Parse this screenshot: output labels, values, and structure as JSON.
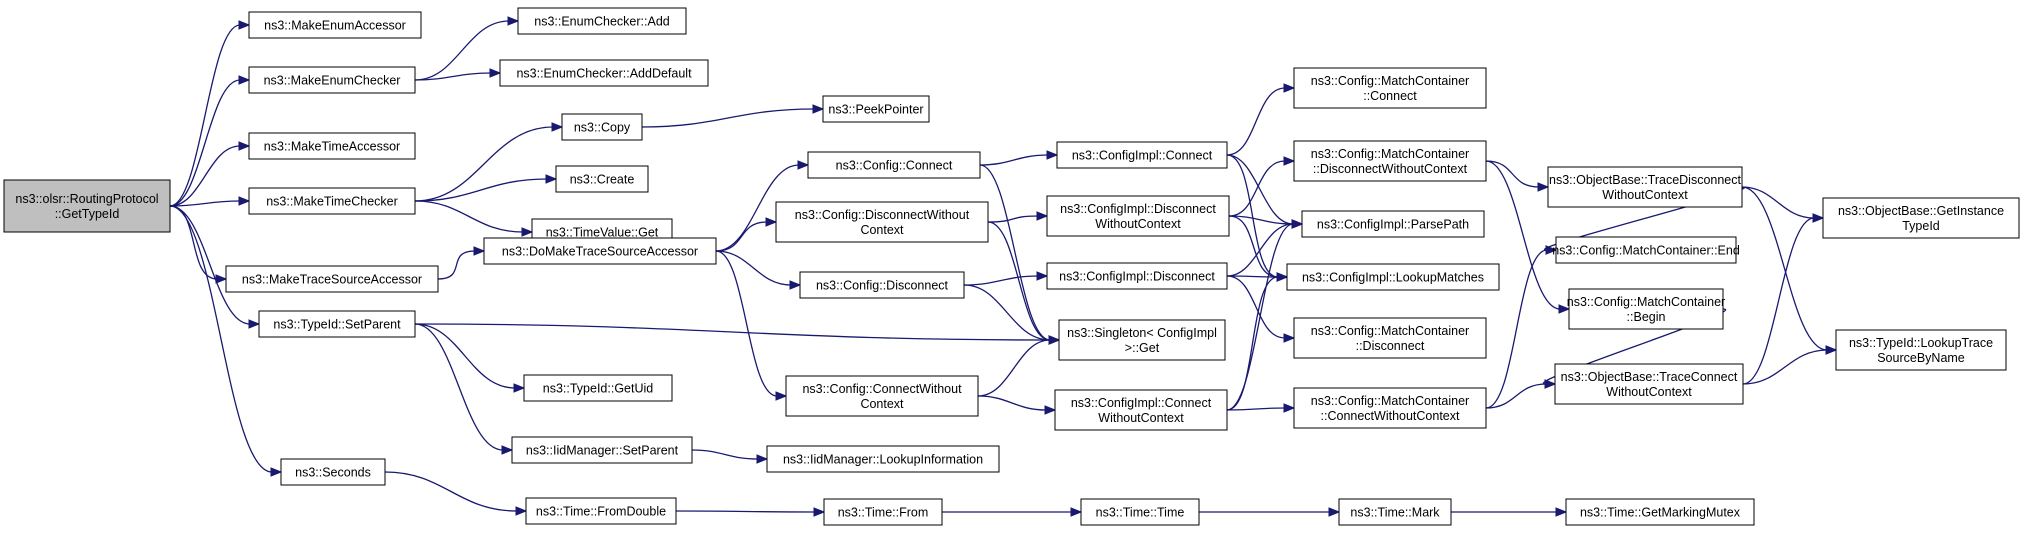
{
  "graph": {
    "nodes": [
      {
        "id": "root",
        "lines": [
          "ns3::olsr::RoutingProtocol",
          "::GetTypeId"
        ],
        "root": true
      },
      {
        "id": "makeEnumAccessor",
        "lines": [
          "ns3::MakeEnumAccessor"
        ]
      },
      {
        "id": "makeEnumChecker",
        "lines": [
          "ns3::MakeEnumChecker"
        ]
      },
      {
        "id": "enumCheckerAdd",
        "lines": [
          "ns3::EnumChecker::Add"
        ]
      },
      {
        "id": "enumCheckerAddDefault",
        "lines": [
          "ns3::EnumChecker::AddDefault"
        ]
      },
      {
        "id": "makeTimeAccessor",
        "lines": [
          "ns3::MakeTimeAccessor"
        ]
      },
      {
        "id": "makeTimeChecker",
        "lines": [
          "ns3::MakeTimeChecker"
        ]
      },
      {
        "id": "copy",
        "lines": [
          "ns3::Copy"
        ]
      },
      {
        "id": "peekPointer",
        "lines": [
          "ns3::PeekPointer"
        ]
      },
      {
        "id": "create",
        "lines": [
          "ns3::Create"
        ]
      },
      {
        "id": "timeValueGet",
        "lines": [
          "ns3::TimeValue::Get"
        ]
      },
      {
        "id": "makeTraceSourceAccessor",
        "lines": [
          "ns3::MakeTraceSourceAccessor"
        ]
      },
      {
        "id": "doMakeTraceSourceAccessor",
        "lines": [
          "ns3::DoMakeTraceSourceAccessor"
        ]
      },
      {
        "id": "configConnect",
        "lines": [
          "ns3::Config::Connect"
        ]
      },
      {
        "id": "configDisconnectWithoutContext",
        "lines": [
          "ns3::Config::DisconnectWithout",
          "Context"
        ]
      },
      {
        "id": "configDisconnect",
        "lines": [
          "ns3::Config::Disconnect"
        ]
      },
      {
        "id": "configConnectWithoutContext",
        "lines": [
          "ns3::Config::ConnectWithout",
          "Context"
        ]
      },
      {
        "id": "typeIdSetParent",
        "lines": [
          "ns3::TypeId::SetParent"
        ]
      },
      {
        "id": "typeIdGetUid",
        "lines": [
          "ns3::TypeId::GetUid"
        ]
      },
      {
        "id": "iidManagerSetParent",
        "lines": [
          "ns3::IidManager::SetParent"
        ]
      },
      {
        "id": "iidManagerLookupInformation",
        "lines": [
          "ns3::IidManager::LookupInformation"
        ]
      },
      {
        "id": "seconds",
        "lines": [
          "ns3::Seconds"
        ]
      },
      {
        "id": "timeFromDouble",
        "lines": [
          "ns3::Time::FromDouble"
        ]
      },
      {
        "id": "timeFrom",
        "lines": [
          "ns3::Time::From"
        ]
      },
      {
        "id": "timeTime",
        "lines": [
          "ns3::Time::Time"
        ]
      },
      {
        "id": "timeMark",
        "lines": [
          "ns3::Time::Mark"
        ]
      },
      {
        "id": "timeGetMarkingMutex",
        "lines": [
          "ns3::Time::GetMarkingMutex"
        ]
      },
      {
        "id": "configImplConnect",
        "lines": [
          "ns3::ConfigImpl::Connect"
        ]
      },
      {
        "id": "configImplDisconnectWithoutContext",
        "lines": [
          "ns3::ConfigImpl::Disconnect",
          "WithoutContext"
        ]
      },
      {
        "id": "configImplDisconnect",
        "lines": [
          "ns3::ConfigImpl::Disconnect"
        ]
      },
      {
        "id": "singletonGet",
        "lines": [
          "ns3::Singleton< ConfigImpl",
          " >::Get"
        ]
      },
      {
        "id": "configImplConnectWithoutContext",
        "lines": [
          "ns3::ConfigImpl::Connect",
          "WithoutContext"
        ]
      },
      {
        "id": "matchContainerConnect",
        "lines": [
          "ns3::Config::MatchContainer",
          "::Connect"
        ]
      },
      {
        "id": "matchContainerDisconnectWithoutContext",
        "lines": [
          "ns3::Config::MatchContainer",
          "::DisconnectWithoutContext"
        ]
      },
      {
        "id": "configImplParsePath",
        "lines": [
          "ns3::ConfigImpl::ParsePath"
        ]
      },
      {
        "id": "configImplLookupMatches",
        "lines": [
          "ns3::ConfigImpl::LookupMatches"
        ]
      },
      {
        "id": "matchContainerDisconnect",
        "lines": [
          "ns3::Config::MatchContainer",
          "::Disconnect"
        ]
      },
      {
        "id": "matchContainerConnectWithoutContext",
        "lines": [
          "ns3::Config::MatchContainer",
          "::ConnectWithoutContext"
        ]
      },
      {
        "id": "objectBaseTraceDisconnectWithoutContext",
        "lines": [
          "ns3::ObjectBase::TraceDisconnect",
          "WithoutContext"
        ]
      },
      {
        "id": "matchContainerEnd",
        "lines": [
          "ns3::Config::MatchContainer::End"
        ]
      },
      {
        "id": "matchContainerBegin",
        "lines": [
          "ns3::Config::MatchContainer",
          "::Begin"
        ]
      },
      {
        "id": "objectBaseTraceConnectWithoutContext",
        "lines": [
          "ns3::ObjectBase::TraceConnect",
          "WithoutContext"
        ]
      },
      {
        "id": "objectBaseGetInstanceTypeId",
        "lines": [
          "ns3::ObjectBase::GetInstance",
          "TypeId"
        ]
      },
      {
        "id": "typeIdLookupTraceSourceByName",
        "lines": [
          "ns3::TypeId::LookupTrace",
          "SourceByName"
        ]
      }
    ],
    "edges": [
      [
        "root",
        "makeEnumAccessor"
      ],
      [
        "root",
        "makeEnumChecker"
      ],
      [
        "root",
        "makeTimeAccessor"
      ],
      [
        "root",
        "makeTimeChecker"
      ],
      [
        "root",
        "makeTraceSourceAccessor"
      ],
      [
        "root",
        "typeIdSetParent"
      ],
      [
        "root",
        "seconds"
      ],
      [
        "makeEnumChecker",
        "enumCheckerAdd"
      ],
      [
        "makeEnumChecker",
        "enumCheckerAddDefault"
      ],
      [
        "makeTimeChecker",
        "copy"
      ],
      [
        "makeTimeChecker",
        "create"
      ],
      [
        "makeTimeChecker",
        "timeValueGet"
      ],
      [
        "copy",
        "peekPointer"
      ],
      [
        "makeTraceSourceAccessor",
        "doMakeTraceSourceAccessor"
      ],
      [
        "doMakeTraceSourceAccessor",
        "configConnect"
      ],
      [
        "doMakeTraceSourceAccessor",
        "configDisconnectWithoutContext"
      ],
      [
        "doMakeTraceSourceAccessor",
        "configDisconnect"
      ],
      [
        "doMakeTraceSourceAccessor",
        "configConnectWithoutContext"
      ],
      [
        "configConnect",
        "configImplConnect"
      ],
      [
        "configConnect",
        "singletonGet"
      ],
      [
        "configDisconnectWithoutContext",
        "configImplDisconnectWithoutContext"
      ],
      [
        "configDisconnectWithoutContext",
        "singletonGet"
      ],
      [
        "configDisconnect",
        "configImplDisconnect"
      ],
      [
        "configDisconnect",
        "singletonGet"
      ],
      [
        "configConnectWithoutContext",
        "singletonGet"
      ],
      [
        "configConnectWithoutContext",
        "configImplConnectWithoutContext"
      ],
      [
        "typeIdSetParent",
        "singletonGet"
      ],
      [
        "typeIdSetParent",
        "typeIdGetUid"
      ],
      [
        "typeIdSetParent",
        "iidManagerSetParent"
      ],
      [
        "iidManagerSetParent",
        "iidManagerLookupInformation"
      ],
      [
        "seconds",
        "timeFromDouble"
      ],
      [
        "timeFromDouble",
        "timeFrom"
      ],
      [
        "timeFrom",
        "timeTime"
      ],
      [
        "timeTime",
        "timeMark"
      ],
      [
        "timeMark",
        "timeGetMarkingMutex"
      ],
      [
        "configImplConnect",
        "matchContainerConnect"
      ],
      [
        "configImplConnect",
        "configImplParsePath"
      ],
      [
        "configImplConnect",
        "configImplLookupMatches"
      ],
      [
        "configImplDisconnectWithoutContext",
        "matchContainerDisconnectWithoutContext"
      ],
      [
        "configImplDisconnectWithoutContext",
        "configImplParsePath"
      ],
      [
        "configImplDisconnectWithoutContext",
        "configImplLookupMatches"
      ],
      [
        "configImplDisconnect",
        "configImplParsePath"
      ],
      [
        "configImplDisconnect",
        "configImplLookupMatches"
      ],
      [
        "configImplDisconnect",
        "matchContainerDisconnect"
      ],
      [
        "configImplConnectWithoutContext",
        "configImplParsePath"
      ],
      [
        "configImplConnectWithoutContext",
        "configImplLookupMatches"
      ],
      [
        "configImplConnectWithoutContext",
        "matchContainerConnectWithoutContext"
      ],
      [
        "matchContainerDisconnectWithoutContext",
        "objectBaseTraceDisconnectWithoutContext"
      ],
      [
        "matchContainerDisconnectWithoutContext",
        "matchContainerBegin"
      ],
      [
        "matchContainerConnectWithoutContext",
        "matchContainerEnd"
      ],
      [
        "matchContainerConnectWithoutContext",
        "objectBaseTraceConnectWithoutContext"
      ],
      [
        "objectBaseTraceDisconnectWithoutContext",
        "matchContainerEnd"
      ],
      [
        "objectBaseTraceDisconnectWithoutContext",
        "objectBaseGetInstanceTypeId"
      ],
      [
        "objectBaseTraceDisconnectWithoutContext",
        "typeIdLookupTraceSourceByName"
      ],
      [
        "matchContainerBegin",
        "objectBaseTraceConnectWithoutContext"
      ],
      [
        "objectBaseTraceConnectWithoutContext",
        "objectBaseGetInstanceTypeId"
      ],
      [
        "objectBaseTraceConnectWithoutContext",
        "typeIdLookupTraceSourceByName"
      ]
    ]
  }
}
